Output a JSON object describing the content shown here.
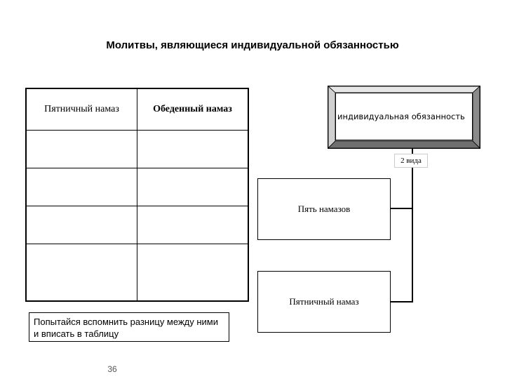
{
  "title": "Молитвы, являющиеся индивидуальной обязанностью",
  "table": {
    "headers": [
      "Пятничный намаз",
      "Обеденный намаз"
    ],
    "rows": [
      [
        "",
        ""
      ],
      [
        "",
        ""
      ],
      [
        "",
        ""
      ],
      [
        "",
        ""
      ]
    ]
  },
  "note": "Попытайся вспомнить разницу между ними и вписать в таблицу",
  "page_number": "36",
  "diagram": {
    "root": "индивидуальная обязанность",
    "connector_label": "2 вида",
    "children": [
      "Пять намазов",
      "Пятничный намаз"
    ]
  }
}
